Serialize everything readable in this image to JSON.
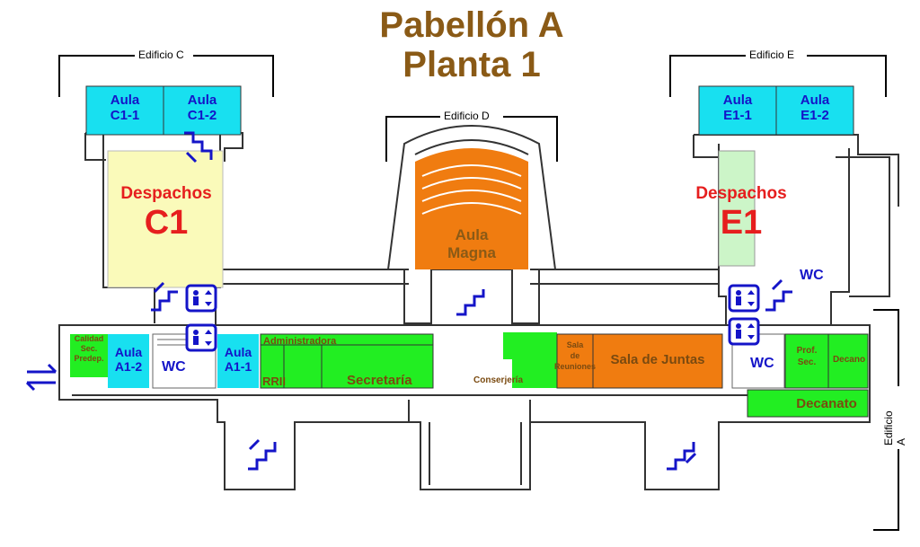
{
  "title": {
    "line1": "Pabellón A",
    "line2": "Planta 1"
  },
  "buildings": {
    "c": "Edificio C",
    "d": "Edificio D",
    "e": "Edificio E",
    "a": "Edificio A"
  },
  "rooms": {
    "aula_c11": "Aula\nC1-1",
    "aula_c12": "Aula\nC1-2",
    "aula_e11": "Aula\nE1-1",
    "aula_e12": "Aula\nE1-2",
    "despachos_c1_label": "Despachos",
    "despachos_c1_code": "C1",
    "despachos_e1_label": "Despachos",
    "despachos_e1_code": "E1",
    "aula_magna": "Aula\nMagna",
    "calidad": "Calidad\nSec.\nPredep.",
    "aula_a12": "Aula\nA1-2",
    "wc_left": "WC",
    "aula_a11": "Aula\nA1-1",
    "administradora": "Administradora",
    "rrii": "RRII",
    "secretaria": "Secretaría",
    "conserjeria": "Conserjería",
    "sala_reuniones": "Sala\nde\nReuniones",
    "sala_juntas": "Sala de Juntas",
    "wc_right_top": "WC",
    "wc_right": "WC",
    "prof_sec": "Prof.\nSec.",
    "decano": "Decano",
    "decanato": "Decanato"
  },
  "colors": {
    "title": "#8a5a16",
    "aula": "#18e0f0",
    "office": "#22ee22",
    "orange": "#f07c10",
    "despachos_c": "#fafaba",
    "despachos_e": "#ccf5c8",
    "symbol": "#1414c8",
    "red": "#e61e1e"
  },
  "icons": [
    "stairs-icon",
    "elevator-icon",
    "exit-arrows-icon"
  ]
}
